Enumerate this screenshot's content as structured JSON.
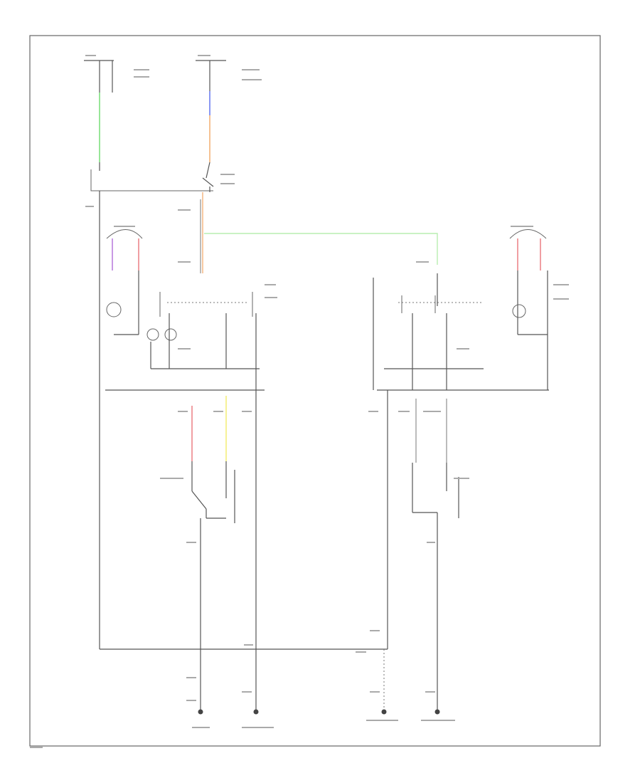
{
  "diagram": {
    "footer_code": "",
    "colors": {
      "wire": "#555555",
      "green": "#7fe07f",
      "blue": "#6d7ff0",
      "orange": "#f3b27a",
      "light_green": "#b8eeb0",
      "purple": "#b06cd8",
      "red": "#e9747a",
      "yellow": "#f2ec6a"
    },
    "labels": [],
    "grounds": [
      {
        "name": "ground-1"
      },
      {
        "name": "ground-2"
      },
      {
        "name": "ground-3"
      },
      {
        "name": "ground-4"
      }
    ]
  }
}
